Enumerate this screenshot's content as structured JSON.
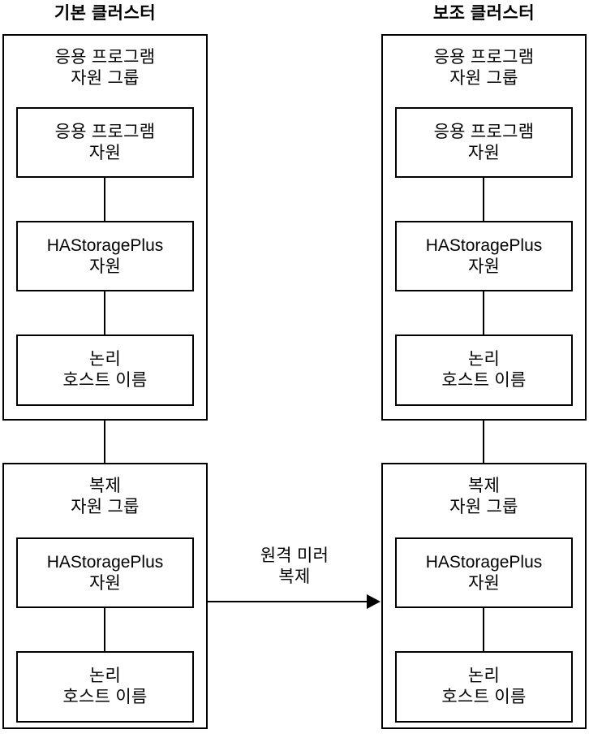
{
  "diagram": {
    "title_left": "기본 클러스터",
    "title_right": "보조 클러스터",
    "arrow_label": "원격 미러\n복제",
    "line_color": "#000000",
    "background_color": "#ffffff"
  },
  "primary_cluster": {
    "label": "기본 클러스터",
    "groups": [
      {
        "label": "응용 프로그램\n자원 그룹",
        "resources": [
          {
            "label": "응용 프로그램\n자원"
          },
          {
            "label": "HAStoragePlus\n자원"
          },
          {
            "label": "논리\n호스트 이름"
          }
        ]
      },
      {
        "label": "복제\n자원 그룹",
        "resources": [
          {
            "label": "HAStoragePlus\n자원"
          },
          {
            "label": "논리\n호스트 이름"
          }
        ]
      }
    ]
  },
  "secondary_cluster": {
    "label": "보조 클러스터",
    "groups": [
      {
        "label": "응용 프로그램\n자원 그룹",
        "resources": [
          {
            "label": "응용 프로그램\n자원"
          },
          {
            "label": "HAStoragePlus\n자원"
          },
          {
            "label": "논리\n호스트 이름"
          }
        ]
      },
      {
        "label": "복제\n자원 그룹",
        "resources": [
          {
            "label": "HAStoragePlus\n자원"
          },
          {
            "label": "논리\n호스트 이름"
          }
        ]
      }
    ]
  },
  "replication": {
    "label": "원격 미러\n복제",
    "direction": "left-to-right"
  }
}
